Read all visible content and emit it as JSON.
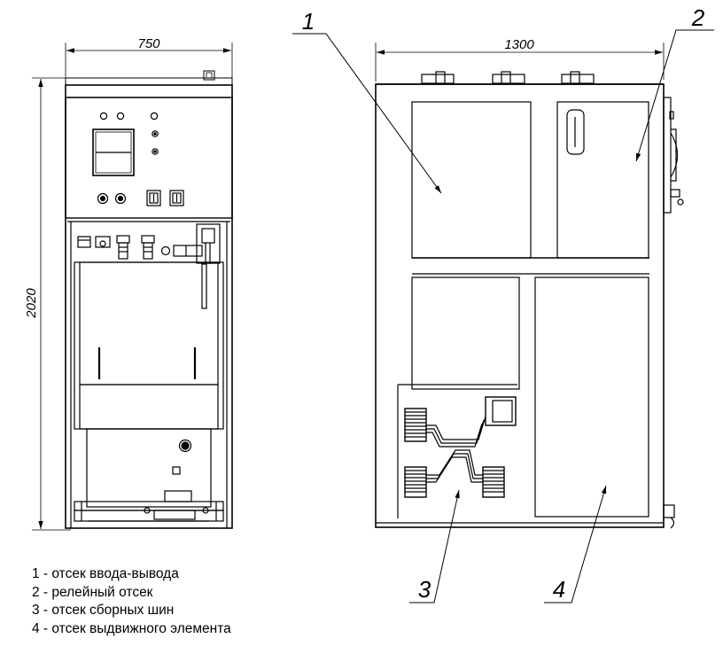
{
  "dimensions": {
    "front_width": "750",
    "height": "2020",
    "side_depth": "1300"
  },
  "callouts": [
    "1",
    "2",
    "3",
    "4"
  ],
  "legend": [
    "1 - отсек ввода-вывода",
    "2 - релейный отсек",
    "3 - отсек сборных шин",
    "4 - отсек выдвижного элемента"
  ],
  "colors": {
    "line": "#000000",
    "background": "#ffffff"
  }
}
